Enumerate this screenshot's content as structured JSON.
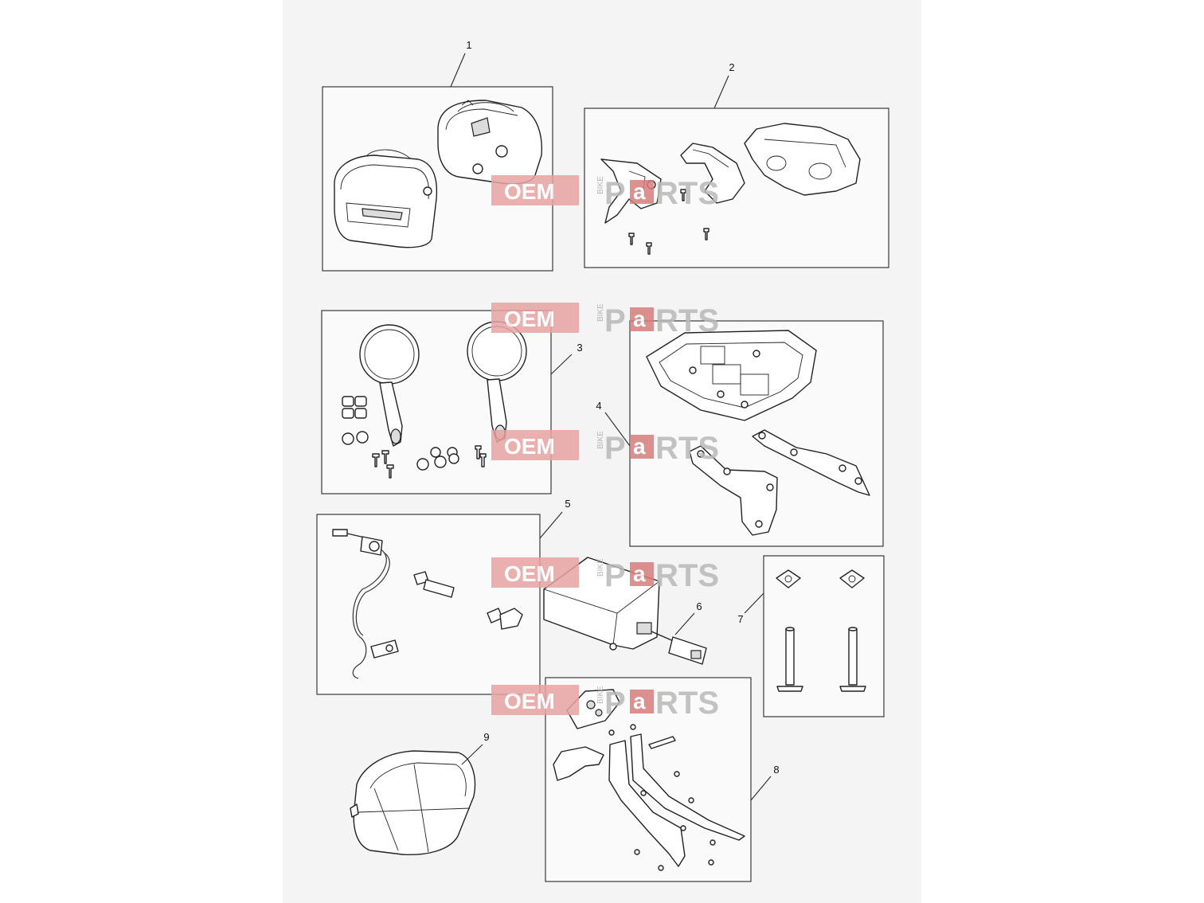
{
  "diagram": {
    "callouts": [
      "1",
      "2",
      "3",
      "4",
      "5",
      "6",
      "7",
      "8",
      "9"
    ]
  },
  "watermark": {
    "oem": "OEM",
    "bike": "BIKE",
    "p": "P",
    "a": "a",
    "rts": "RTS"
  },
  "colors": {
    "sheet": "#f4f4f4",
    "line": "#222222",
    "watermark_red": "#e8a3a3",
    "watermark_gray": "#b9b9b9"
  }
}
